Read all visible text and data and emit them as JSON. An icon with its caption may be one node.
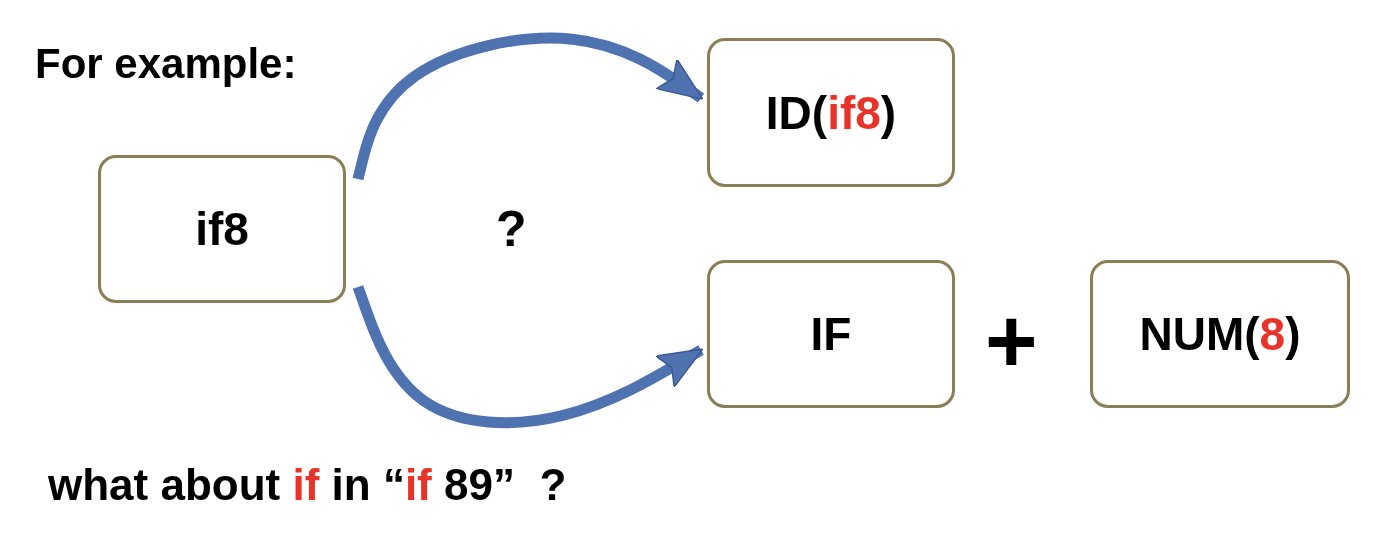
{
  "diagram": {
    "nodes": [
      {
        "text": [
          "if8"
        ]
      },
      {
        "text": [
          "ID(**if8**)"
        ]
      },
      {
        "text": [
          "IF"
        ]
      },
      {
        "text": [
          "NUM(**8**)"
        ]
      }
    ],
    "edges": [
      {
        "from": 0,
        "to": 1,
        "arrow": "to"
      },
      {
        "from": 0,
        "to": 2,
        "arrow": "to"
      }
    ],
    "labels": [
      "For example:",
      "?",
      "+",
      "what about **if** in “**if** 89”  ?"
    ]
  }
}
